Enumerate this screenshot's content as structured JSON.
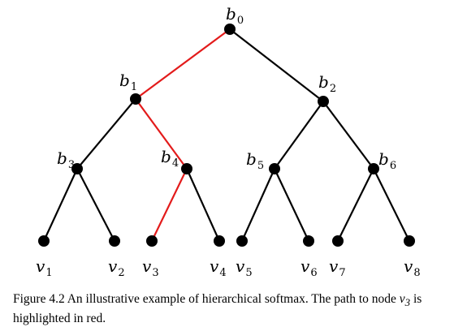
{
  "diagram": {
    "nodes": [
      {
        "id": "b0",
        "base": "b",
        "sub": "0"
      },
      {
        "id": "b1",
        "base": "b",
        "sub": "1"
      },
      {
        "id": "b2",
        "base": "b",
        "sub": "2"
      },
      {
        "id": "b3",
        "base": "b",
        "sub": "3"
      },
      {
        "id": "b4",
        "base": "b",
        "sub": "4"
      },
      {
        "id": "b5",
        "base": "b",
        "sub": "5"
      },
      {
        "id": "b6",
        "base": "b",
        "sub": "6"
      },
      {
        "id": "v1",
        "base": "v",
        "sub": "1"
      },
      {
        "id": "v2",
        "base": "v",
        "sub": "2"
      },
      {
        "id": "v3",
        "base": "v",
        "sub": "3"
      },
      {
        "id": "v4",
        "base": "v",
        "sub": "4"
      },
      {
        "id": "v5",
        "base": "v",
        "sub": "5"
      },
      {
        "id": "v6",
        "base": "v",
        "sub": "6"
      },
      {
        "id": "v7",
        "base": "v",
        "sub": "7"
      },
      {
        "id": "v8",
        "base": "v",
        "sub": "8"
      }
    ],
    "edges": [
      {
        "from": "b0",
        "to": "b1",
        "highlighted": true
      },
      {
        "from": "b0",
        "to": "b2",
        "highlighted": false
      },
      {
        "from": "b1",
        "to": "b3",
        "highlighted": false
      },
      {
        "from": "b1",
        "to": "b4",
        "highlighted": true
      },
      {
        "from": "b2",
        "to": "b5",
        "highlighted": false
      },
      {
        "from": "b2",
        "to": "b6",
        "highlighted": false
      },
      {
        "from": "b3",
        "to": "v1",
        "highlighted": false
      },
      {
        "from": "b3",
        "to": "v2",
        "highlighted": false
      },
      {
        "from": "b4",
        "to": "v3",
        "highlighted": true
      },
      {
        "from": "b4",
        "to": "v4",
        "highlighted": false
      },
      {
        "from": "b5",
        "to": "v5",
        "highlighted": false
      },
      {
        "from": "b5",
        "to": "v6",
        "highlighted": false
      },
      {
        "from": "b6",
        "to": "v7",
        "highlighted": false
      },
      {
        "from": "b6",
        "to": "v8",
        "highlighted": false
      }
    ],
    "colors": {
      "highlight": "#e31b1b",
      "default": "#000000"
    }
  },
  "caption": {
    "prefix": "Figure 4.2  An illustrative example of hierarchical softmax. The path to node ",
    "math_base": "v",
    "math_sub": "3",
    "suffix": " is highlighted in red."
  }
}
